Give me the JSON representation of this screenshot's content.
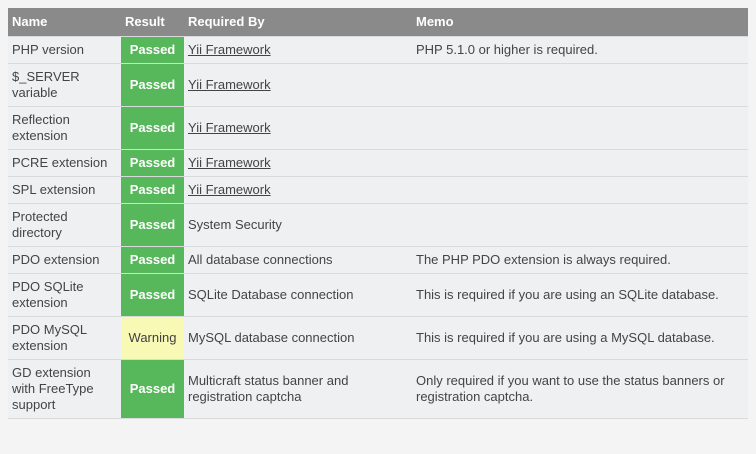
{
  "colors": {
    "page_bg": "#f4f4f4",
    "row_bg": "#eef0f2",
    "header_bg": "#8a8a8a",
    "header_text": "#ffffff",
    "text": "#444444",
    "border": "#d8dadb",
    "passed_bg": "#57b75b",
    "passed_text": "#ffffff",
    "warning_bg": "#f9f9b6",
    "warning_text": "#404040"
  },
  "table": {
    "columns": [
      {
        "label": "Name"
      },
      {
        "label": "Result"
      },
      {
        "label": "Required By"
      },
      {
        "label": "Memo"
      }
    ],
    "rows": [
      {
        "name": "PHP version",
        "result": "Passed",
        "result_type": "passed",
        "required_by": "Yii Framework",
        "required_by_link": true,
        "memo": "PHP 5.1.0 or higher is required."
      },
      {
        "name": "$_SERVER variable",
        "result": "Passed",
        "result_type": "passed",
        "required_by": "Yii Framework",
        "required_by_link": true,
        "memo": ""
      },
      {
        "name": "Reflection extension",
        "result": "Passed",
        "result_type": "passed",
        "required_by": "Yii Framework",
        "required_by_link": true,
        "memo": ""
      },
      {
        "name": "PCRE extension",
        "result": "Passed",
        "result_type": "passed",
        "required_by": "Yii Framework",
        "required_by_link": true,
        "memo": ""
      },
      {
        "name": "SPL extension",
        "result": "Passed",
        "result_type": "passed",
        "required_by": "Yii Framework",
        "required_by_link": true,
        "memo": ""
      },
      {
        "name": "Protected directory",
        "result": "Passed",
        "result_type": "passed",
        "required_by": "System Security",
        "required_by_link": false,
        "memo": ""
      },
      {
        "name": "PDO extension",
        "result": "Passed",
        "result_type": "passed",
        "required_by": "All database connections",
        "required_by_link": false,
        "memo": "The PHP PDO extension is always required."
      },
      {
        "name": "PDO SQLite extension",
        "result": "Passed",
        "result_type": "passed",
        "required_by": "SQLite Database connection",
        "required_by_link": false,
        "memo": "This is required if you are using an SQLite database."
      },
      {
        "name": "PDO MySQL extension",
        "result": "Warning",
        "result_type": "warning",
        "required_by": "MySQL database connection",
        "required_by_link": false,
        "memo": "This is required if you are using a MySQL database."
      },
      {
        "name": "GD extension with FreeType support",
        "result": "Passed",
        "result_type": "passed",
        "required_by": "Multicraft status banner and registration captcha",
        "required_by_link": false,
        "memo": "Only required if you want to use the status banners or registration captcha."
      }
    ]
  }
}
